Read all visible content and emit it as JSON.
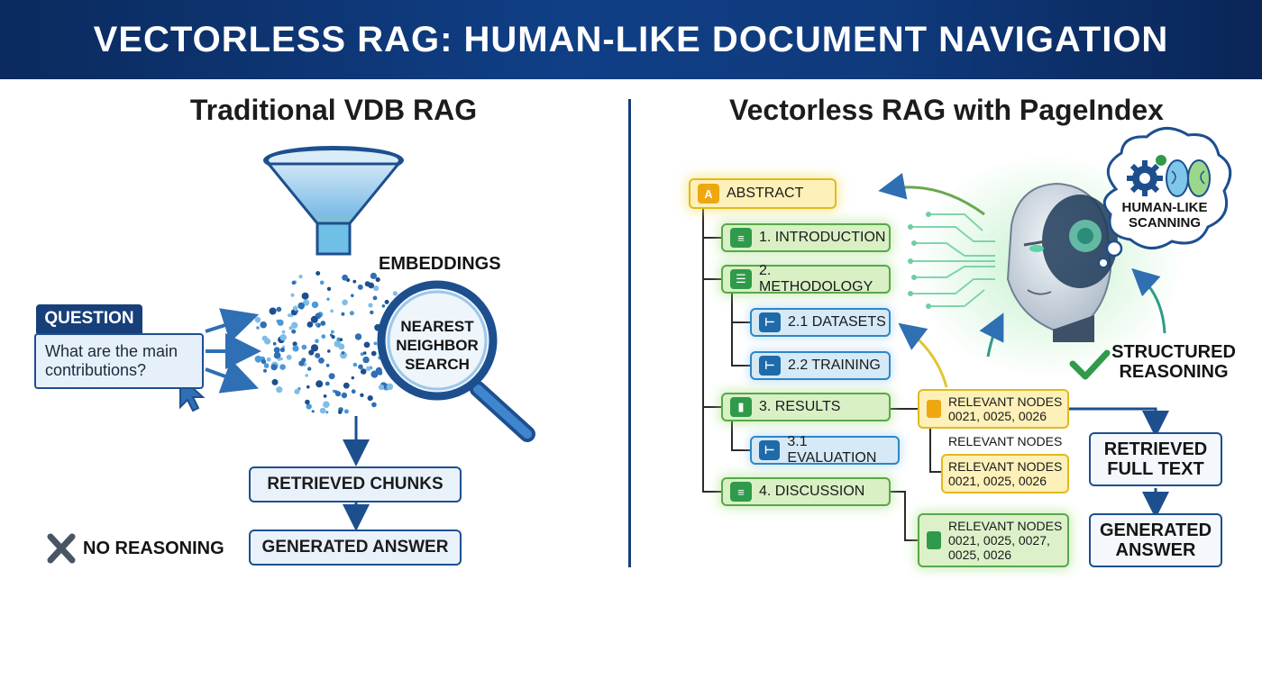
{
  "title": "VECTORLESS RAG: HUMAN-LIKE DOCUMENT NAVIGATION",
  "left": {
    "subtitle": "Traditional VDB RAG",
    "embeddings_label": "EMBEDDINGS",
    "magnifier_label": [
      "NEAREST",
      "NEIGHBOR",
      "SEARCH"
    ],
    "question_tag": "QUESTION",
    "question_text": "What are the main contributions?",
    "retrieved_chunks": "RETRIEVED CHUNKS",
    "generated_answer": "GENERATED ANSWER",
    "no_reasoning": "NO REASONING"
  },
  "right": {
    "subtitle": "Vectorless RAG with PageIndex",
    "nodes": {
      "abstract": "ABSTRACT",
      "introduction": "1. INTRODUCTION",
      "methodology": "2. METHODOLOGY",
      "datasets": "2.1 DATASETS",
      "training": "2.2 TRAINING",
      "results": "3. RESULTS",
      "evaluation": "3.1 EVALUATION",
      "discussion": "4. DISCUSSION"
    },
    "relevant_1": [
      "RELEVANT NODES",
      "0021, 0025, 0026"
    ],
    "relevant_plain": "RELEVANT NODES",
    "relevant_2": [
      "RELEVANT NODES",
      "0021, 0025, 0026"
    ],
    "relevant_3": [
      "RELEVANT NODES",
      "0021, 0025, 0027,",
      "0025, 0026"
    ],
    "thought": [
      "HUMAN-LIKE",
      "SCANNING"
    ],
    "structured": [
      "STRUCTURED",
      "REASONING"
    ],
    "retrieved_full_text": [
      "RETRIEVED",
      "FULL TEXT"
    ],
    "generated_answer": [
      "GENERATED",
      "ANSWER"
    ]
  },
  "colors": {
    "banner": "#103f86",
    "accent_blue": "#1d4f8e",
    "node_yellow": "#fdf0b8",
    "node_green": "#d8f0c4",
    "node_blue": "#d5e9f7"
  }
}
